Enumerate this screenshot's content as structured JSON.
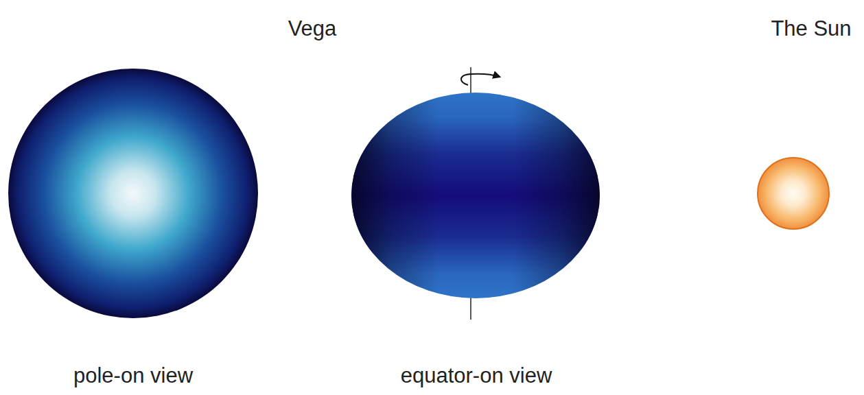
{
  "diagram": {
    "labels": [
      "Vega",
      "The Sun",
      "pole-on view",
      "equator-on view"
    ]
  }
}
